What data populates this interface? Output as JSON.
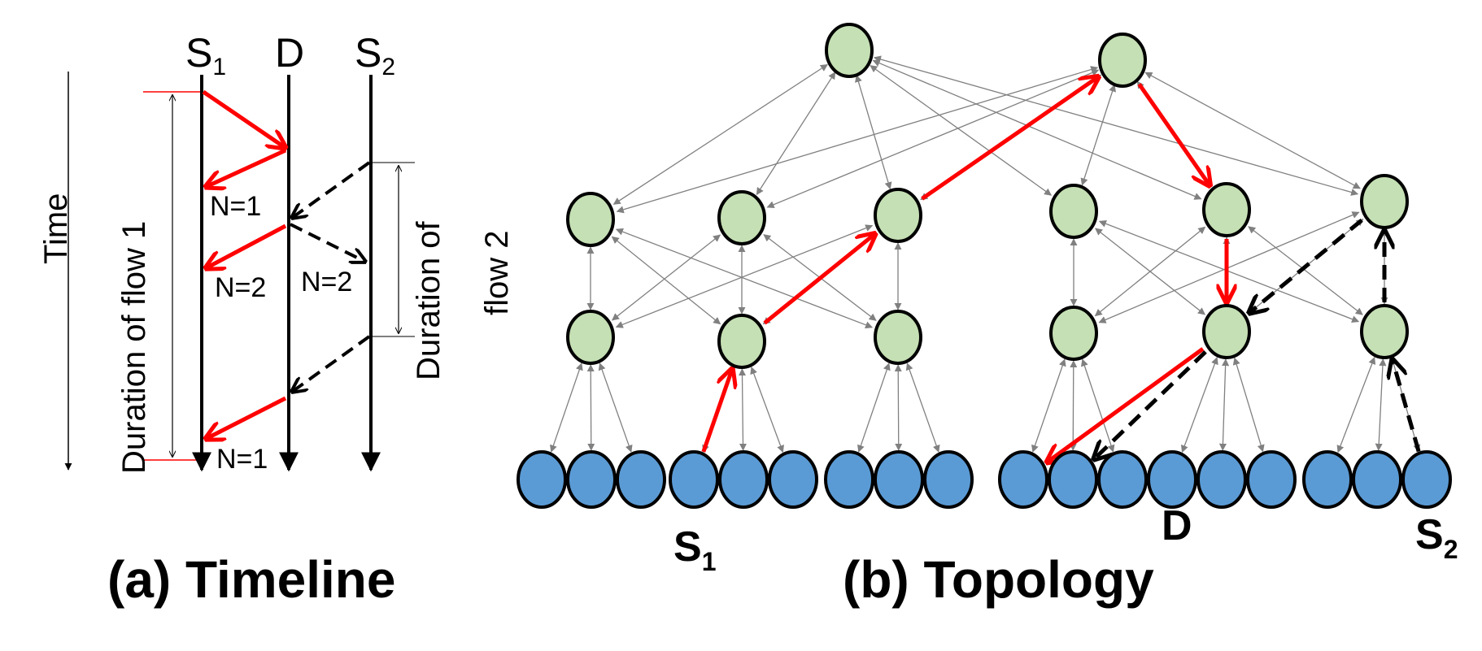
{
  "timeline": {
    "caption": "(a) Timeline",
    "time_label": "Time",
    "duration_flow1": "Duration of flow 1",
    "duration_flow2_line1": "Duration of",
    "duration_flow2_line2": "flow 2",
    "col_s1_base": "S",
    "col_s1_sub": "1",
    "col_d": "D",
    "col_s2_base": "S",
    "col_s2_sub": "2",
    "n_labels": [
      "N=1",
      "N=2",
      "N=2",
      "N=1"
    ]
  },
  "topology": {
    "caption": "(b) Topology",
    "s1_base": "S",
    "s1_sub": "1",
    "d_label": "D",
    "s2_base": "S",
    "s2_sub": "2"
  },
  "colors": {
    "switch_fill": "#c5e0b4",
    "host_fill": "#5b9bd5",
    "outline": "#000000",
    "flow1": "#ff0000",
    "flow2": "#000000",
    "link": "#808080"
  }
}
